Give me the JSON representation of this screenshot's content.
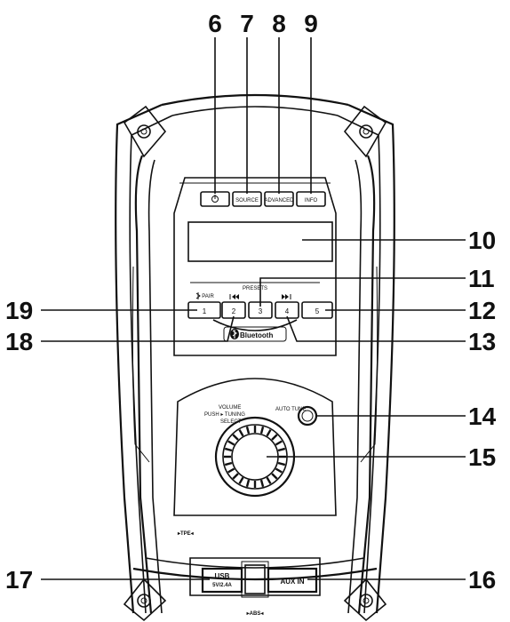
{
  "callouts": {
    "c6": "6",
    "c7": "7",
    "c8": "8",
    "c9": "9",
    "c10": "10",
    "c11": "11",
    "c12": "12",
    "c13": "13",
    "c14": "14",
    "c15": "15",
    "c16": "16",
    "c17": "17",
    "c18": "18",
    "c19": "19"
  },
  "buttons": {
    "top": [
      "SOURCE",
      "ADVANCED",
      "INFO"
    ],
    "presets_label": "PRESETS",
    "preset_numbers": [
      "1",
      "2",
      "3",
      "4",
      "5"
    ],
    "pair_label": "PAIR"
  },
  "labels": {
    "bluetooth": "Bluetooth",
    "volume": "VOLUME",
    "push_tuning": "PUSH ▸ TUNING",
    "select": "SELECT",
    "auto_tune": "AUTO TUNE",
    "tpe": "▸TPE◂",
    "abs": "▸ABS◂",
    "usb": "USB",
    "usb_rating": "5V/2.4A",
    "aux_in": "AUX IN"
  }
}
